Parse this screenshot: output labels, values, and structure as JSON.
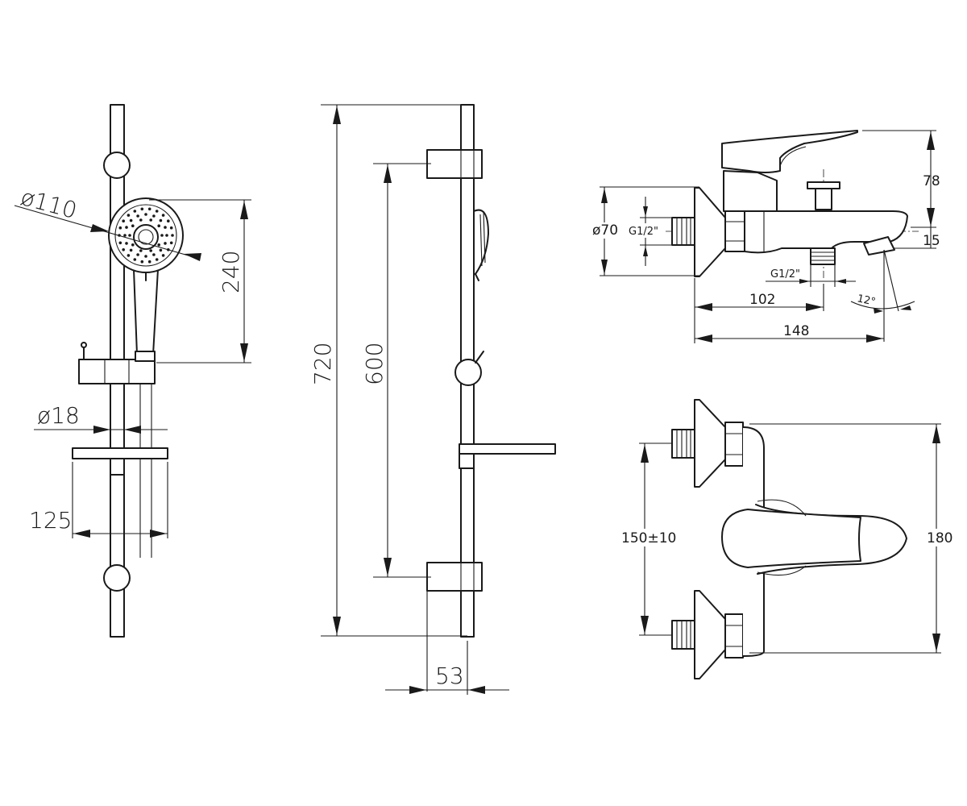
{
  "views": {
    "shower_set": {
      "dimensions": {
        "head_diameter": "ø110",
        "head_length": "240",
        "rail_diameter": "ø18",
        "soap_dish_width": "125"
      }
    },
    "rail_side": {
      "dimensions": {
        "total_height": "720",
        "bracket_spacing": "600",
        "wall_offset": "53"
      }
    },
    "mixer_side": {
      "dimensions": {
        "height_top": "78",
        "flange_diameter": "ø70",
        "inlet_thread": "G1/2\"",
        "spout_offset": "15",
        "outlet_thread": "G1/2\"",
        "outlet_distance": "102",
        "spout_angle": "12°",
        "total_depth": "148"
      }
    },
    "mixer_top": {
      "dimensions": {
        "inlet_centers": "150±10",
        "total_width": "180"
      }
    }
  }
}
